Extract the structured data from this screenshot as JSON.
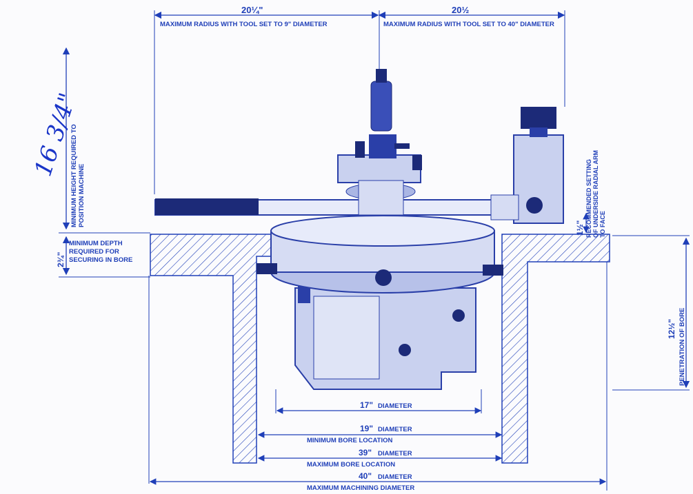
{
  "colors": {
    "ink": "#1f3fb8",
    "machine": "#2a3fa8",
    "machine_light": "#c9d1ef",
    "paper": "#fbfbfd"
  },
  "top_left_dim": {
    "value": "20¼\"",
    "label": "MAXIMUM RADIUS WITH TOOL SET TO  9\" DIAMETER"
  },
  "top_right_dim": {
    "value": "20½",
    "label": "MAXIMUM RADIUS WITH TOOL SET TO 40\" DIAMETER"
  },
  "left_height": {
    "label_1": "MINIMUM HEIGHT REQUIRED TO",
    "label_2": "POSITION MACHINE"
  },
  "handwritten_note": "16 3/4\"",
  "min_depth": {
    "value": "2¾\"",
    "line_1": "MINIMUM DEPTH",
    "line_2": "REQUIRED FOR",
    "line_3": "SECURING IN BORE"
  },
  "radial_arm": {
    "value": "1½\"",
    "line_1": "RECOMMENDED SETTING",
    "line_2": "OF UNDERSIDE RADIAL ARM",
    "line_3": "TO FACE"
  },
  "penetration": {
    "value": "12½\"",
    "label": "PENETRATION OF BORE"
  },
  "bottom_dims": [
    {
      "value": "17\"",
      "label": "DIAMETER",
      "sub": ""
    },
    {
      "value": "19\"",
      "label": "DIAMETER",
      "sub": "MINIMUM BORE LOCATION"
    },
    {
      "value": "39\"",
      "label": "DIAMETER",
      "sub": "MAXIMUM BORE LOCATION"
    },
    {
      "value": "40\"",
      "label": "DIAMETER",
      "sub": "MAXIMUM MACHINING DIAMETER"
    }
  ]
}
